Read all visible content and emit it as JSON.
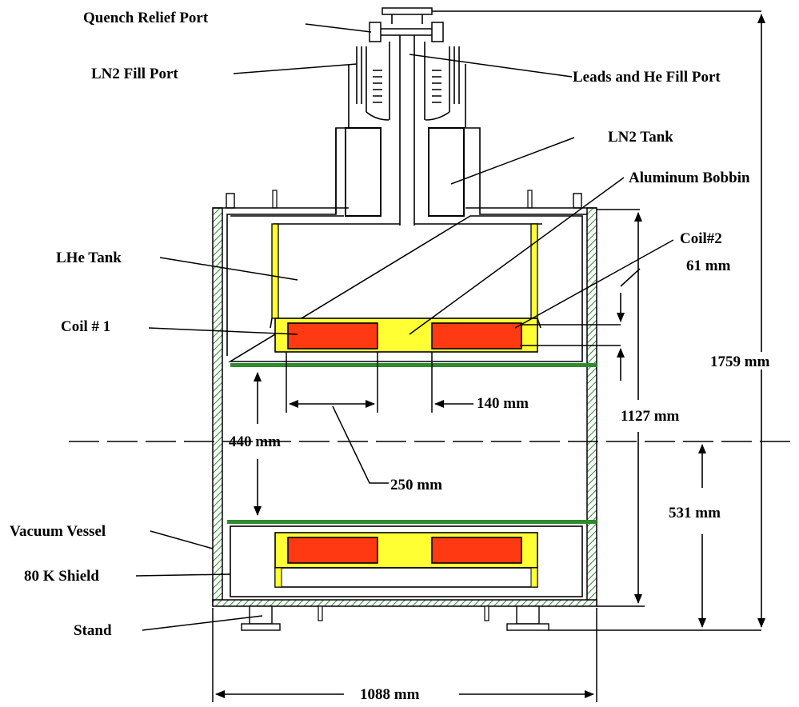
{
  "labels": {
    "quench_relief_port": "Quench Relief Port",
    "ln2_fill_port": "LN2 Fill Port",
    "leads_he_fill_port": "Leads and He Fill Port",
    "ln2_tank": "LN2 Tank",
    "aluminum_bobbin": "Aluminum Bobbin",
    "lhe_tank": "LHe Tank",
    "coil_2": "Coil#2",
    "coil_1": "Coil # 1",
    "vacuum_vessel": "Vacuum Vessel",
    "shield_80k": "80 K Shield",
    "stand": "Stand"
  },
  "dimensions": {
    "d61": "61 mm",
    "d140": "140 mm",
    "d250": "250 mm",
    "d440": "440 mm",
    "d531": "531 mm",
    "d1127": "1127 mm",
    "d1759": "1759 mm",
    "d1088": "1088 mm"
  },
  "colors": {
    "coil": "#ff3a12",
    "bobbin": "#ffff33",
    "shield_green": "#2e8b2e",
    "hatch": "#2e8b2e",
    "line": "#000000"
  }
}
